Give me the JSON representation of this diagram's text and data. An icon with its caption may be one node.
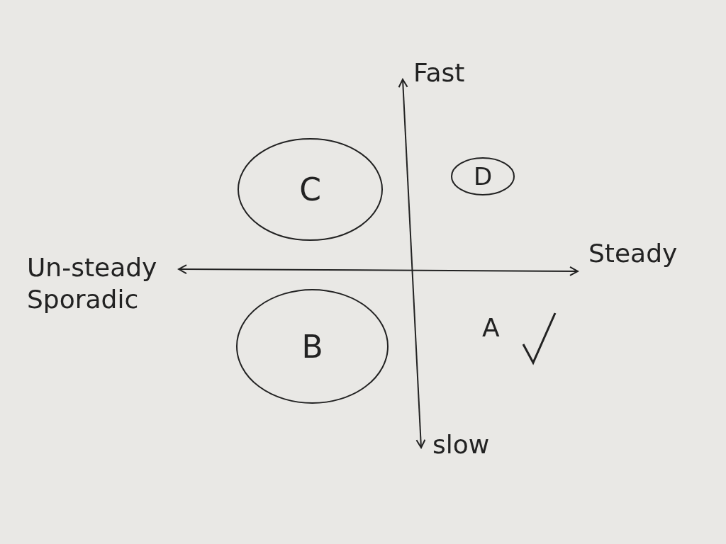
{
  "diagram": {
    "nodes": [
      {
        "text": [
          "C"
        ]
      },
      {
        "text": [
          "D"
        ]
      },
      {
        "text": [
          "B"
        ]
      }
    ],
    "labels": [
      "Fast",
      "Un-steady Sporadic",
      "Steady",
      "A",
      "slow"
    ]
  }
}
